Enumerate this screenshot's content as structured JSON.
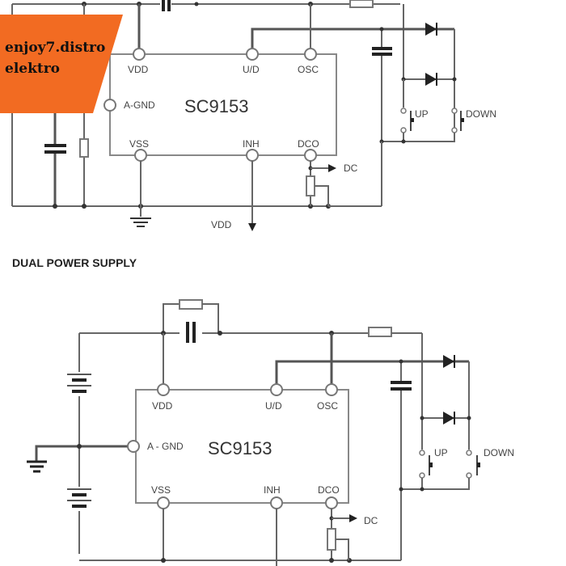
{
  "watermark": {
    "line1": "enjoy7.distro",
    "line2": "elektro",
    "color": "#f26b22"
  },
  "circuit_top": {
    "chip": "SC9153",
    "pins": {
      "vdd": "VDD",
      "ud": "U/D",
      "osc": "OSC",
      "agnd": "A-GND",
      "vss": "VSS",
      "inh": "INH",
      "dco": "DCO"
    },
    "output_label": "DC",
    "supply_label": "VDD",
    "switch_up": "UP",
    "switch_down": "DOWN"
  },
  "section_title": "DUAL POWER SUPPLY",
  "circuit_bottom": {
    "chip": "SC9153",
    "pins": {
      "vdd": "VDD",
      "ud": "U/D",
      "osc": "OSC",
      "agnd": "A - GND",
      "vss": "VSS",
      "inh": "INH",
      "dco": "DCO"
    },
    "output_label": "DC",
    "switch_up": "UP",
    "switch_down": "DOWN"
  }
}
